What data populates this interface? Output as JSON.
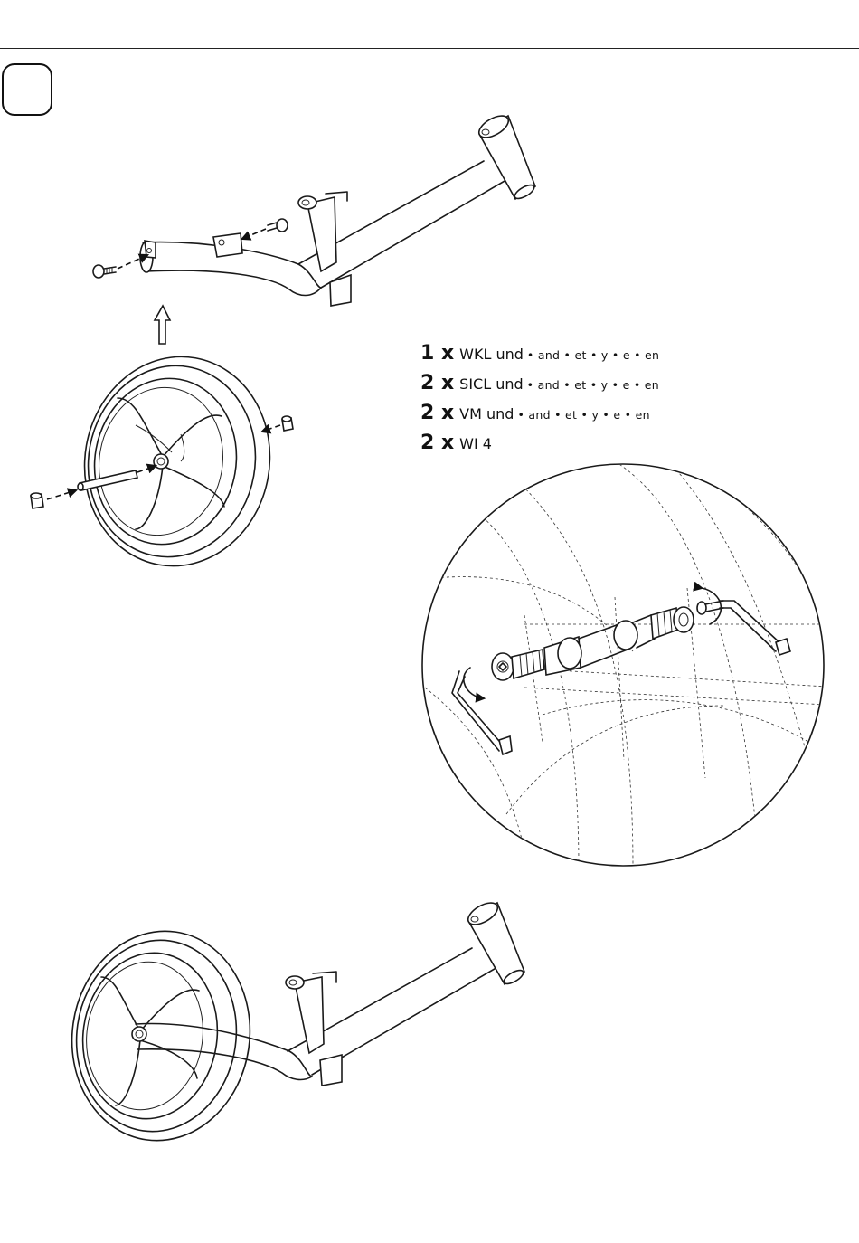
{
  "page": {
    "step_number": ""
  },
  "parts_list": [
    {
      "qty": "1 x",
      "code": "WKL und",
      "langs": "• and • et • y • e • en"
    },
    {
      "qty": "2 x",
      "code": "SICL und",
      "langs": "• and • et • y • e • en"
    },
    {
      "qty": "2 x",
      "code": "VM und",
      "langs": "• and • et • y • e • en"
    },
    {
      "qty": "2 x",
      "code": "WI 4",
      "langs": ""
    }
  ],
  "icons": [
    "frame-drawing",
    "wheel-drawing",
    "bolt-icon",
    "axle-icon",
    "detail-zoom",
    "hex-key-icon",
    "rotate-arrow-icon",
    "assembled-drawing"
  ]
}
